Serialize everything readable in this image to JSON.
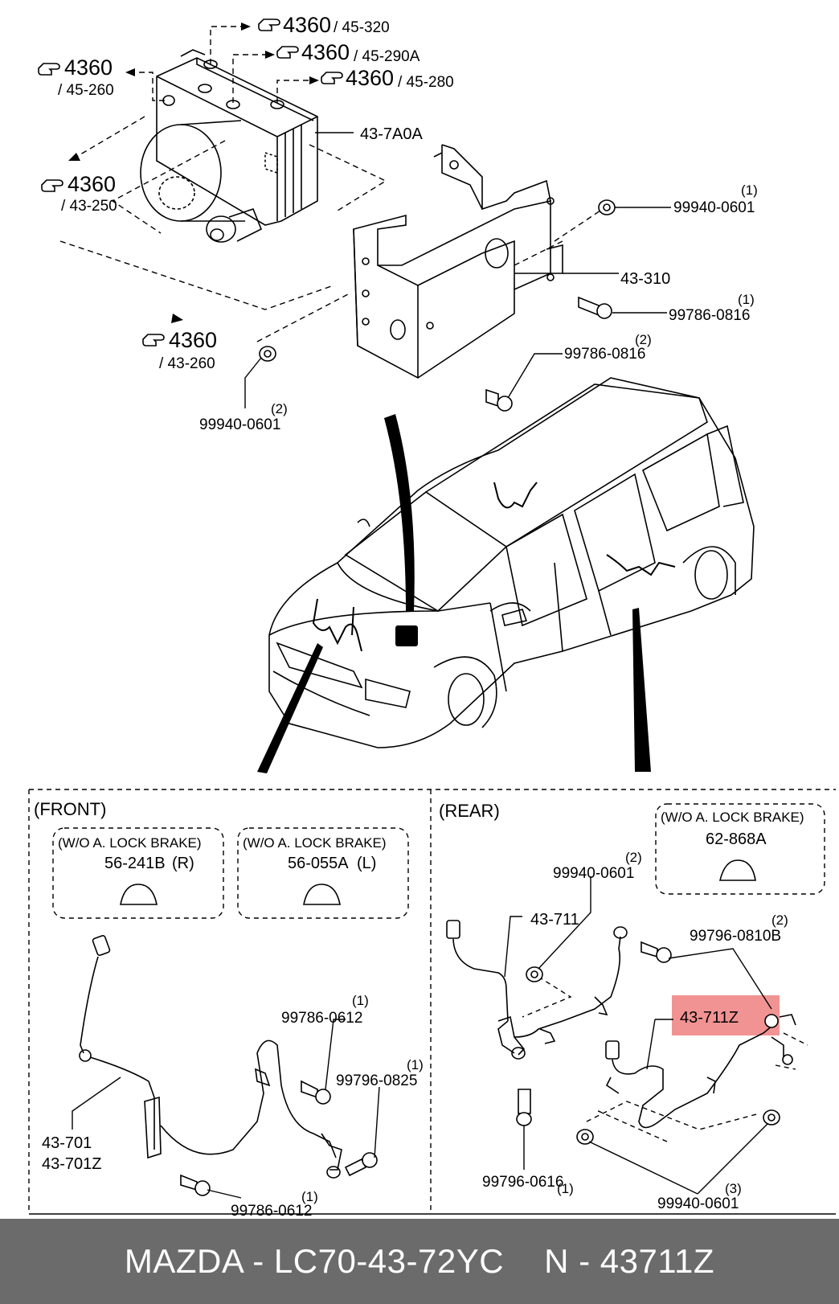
{
  "colors": {
    "highlight": "#f08080",
    "footer_bg": "#6b6b6b",
    "footer_text": "#ffffff"
  },
  "ref_icon": "pointing-hand-icon",
  "top": {
    "ref_4360_a": "4360",
    "ref_45_320": "/ 45-320",
    "ref_4360_b": "4360",
    "ref_45_290a": "/ 45-290A",
    "ref_4360_c": "4360",
    "ref_45_280": "/ 45-280",
    "ref_4360_d": "4360",
    "ref_45_260": "/ 45-260",
    "ref_4360_e": "4360",
    "ref_43_250": "/ 43-250",
    "ref_4360_f": "4360",
    "ref_43_260": "/ 43-260",
    "p_43_7a0a": "43-7A0A",
    "p_99940_0601_q1": "(1)",
    "p_99940_0601_a": "99940-0601",
    "p_43_310": "43-310",
    "p_99786_0816_q1": "(1)",
    "p_99786_0816_a": "99786-0816",
    "p_99786_0816_q2": "(2)",
    "p_99786_0816_b": "99786-0816",
    "p_99940_0601_q2": "(2)",
    "p_99940_0601_b": "99940-0601"
  },
  "front": {
    "title": "(FRONT)",
    "box1_title": "(W/O A. LOCK BRAKE)",
    "box1_part": "56-241B",
    "box1_side": "(R)",
    "box2_title": "(W/O A. LOCK BRAKE)",
    "box2_part": "56-055A",
    "box2_side": "(L)",
    "p_99786_0612_q1": "(1)",
    "p_99786_0612_a": "99786-0612",
    "p_99796_0825_q1": "(1)",
    "p_99796_0825": "99796-0825",
    "p_43_701": "43-701",
    "p_43_701z": "43-701Z",
    "p_99786_0612_q2": "(1)",
    "p_99786_0612_b": "99786-0612"
  },
  "rear": {
    "title": "(REAR)",
    "box_title": "(W/O A. LOCK BRAKE)",
    "box_part": "62-868A",
    "p_99940_0601_q2": "(2)",
    "p_99940_0601_a": "99940-0601",
    "p_43_711": "43-711",
    "p_99796_0810b_q2": "(2)",
    "p_99796_0810b": "99796-0810B",
    "p_43_711z": "43-711Z",
    "p_99796_0616_q1": "(1)",
    "p_99796_0616": "99796-0616",
    "p_99940_0601_q3": "(3)",
    "p_99940_0601_b": "99940-0601"
  },
  "footer": {
    "left": "MAZDA - LC70-43-72YC",
    "right": "N - 43711Z"
  }
}
